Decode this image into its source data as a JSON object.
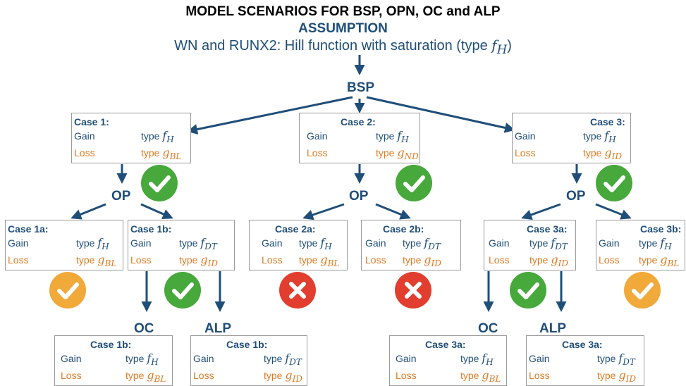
{
  "title": "MODEL SCENARIOS FOR BSP, OPN, OC and ALP",
  "subtitle": "ASSUMPTION",
  "assumption_text": "WN and RUNX2: Hill function with saturation (type ",
  "assumption_func": "f",
  "assumption_sub": "H",
  "assumption_close": ")",
  "stages": {
    "bsp": "BSP",
    "op": "OP",
    "oc": "OC",
    "alp": "ALP"
  },
  "labels": {
    "gain": "Gain",
    "loss": "Loss",
    "type": "type "
  },
  "cases": {
    "c1": {
      "title": "Case 1:",
      "gain_fn": "f",
      "gain_sub": "H",
      "loss_fn": "g",
      "loss_sub": "BL"
    },
    "c2": {
      "title": "Case 2:",
      "gain_fn": "f",
      "gain_sub": "H",
      "loss_fn": "g",
      "loss_sub": "ND"
    },
    "c3": {
      "title": "Case 3:",
      "gain_fn": "f",
      "gain_sub": "H",
      "loss_fn": "g",
      "loss_sub": "ID"
    },
    "c1a": {
      "title": "Case 1a:",
      "gain_fn": "f",
      "gain_sub": "H",
      "loss_fn": "g",
      "loss_sub": "BL"
    },
    "c1b": {
      "title": "Case 1b:",
      "gain_fn": "f",
      "gain_sub": "DT",
      "loss_fn": "g",
      "loss_sub": "ID"
    },
    "c2a": {
      "title": "Case 2a:",
      "gain_fn": "f",
      "gain_sub": "H",
      "loss_fn": "g",
      "loss_sub": "BL"
    },
    "c2b": {
      "title": "Case 2b:",
      "gain_fn": "f",
      "gain_sub": "DT",
      "loss_fn": "g",
      "loss_sub": "ID"
    },
    "c3a": {
      "title": "Case 3a:",
      "gain_fn": "f",
      "gain_sub": "DT",
      "loss_fn": "g",
      "loss_sub": "ID"
    },
    "c3b": {
      "title": "Case 3b:",
      "gain_fn": "f",
      "gain_sub": "H",
      "loss_fn": "g",
      "loss_sub": "BL"
    },
    "c1b_oc": {
      "title": "Case 1b:",
      "gain_fn": "f",
      "gain_sub": "H",
      "loss_fn": "g",
      "loss_sub": "BL"
    },
    "c1b_alp": {
      "title": "Case 1b:",
      "gain_fn": "f",
      "gain_sub": "DT",
      "loss_fn": "g",
      "loss_sub": "ID"
    },
    "c3a_oc": {
      "title": "Case 3a:",
      "gain_fn": "f",
      "gain_sub": "H",
      "loss_fn": "g",
      "loss_sub": "BL"
    },
    "c3a_alp": {
      "title": "Case 3a:",
      "gain_fn": "f",
      "gain_sub": "DT",
      "loss_fn": "g",
      "loss_sub": "ID"
    }
  },
  "badges": {
    "c1": "check",
    "c2": "check",
    "c3": "check",
    "c1a": "check-partial",
    "c1b": "check",
    "c2a": "cross",
    "c2b": "cross",
    "c3a": "check",
    "c3b": "check-partial"
  },
  "colors": {
    "navy": "#1f4e79",
    "orange": "#e07b24",
    "green": "#47a83b",
    "amber": "#f1a93a",
    "red": "#e13e2f"
  }
}
